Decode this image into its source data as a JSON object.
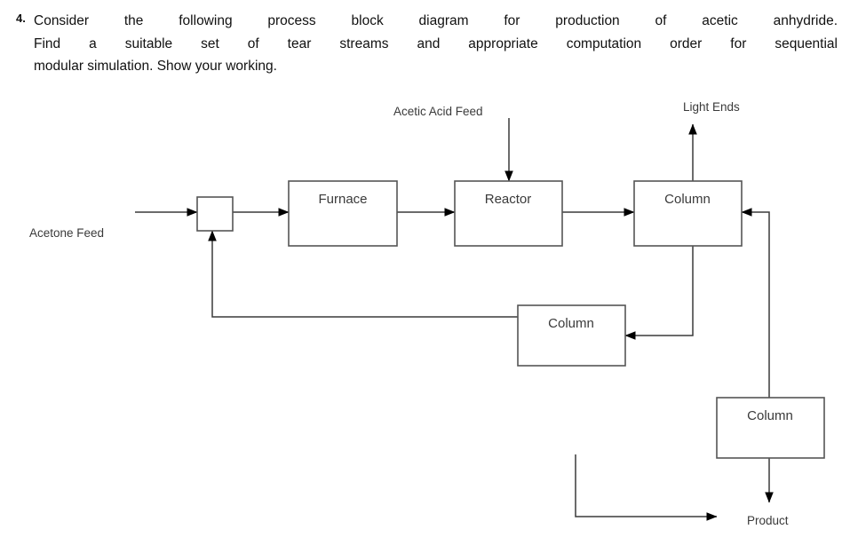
{
  "question": {
    "number": "4.",
    "line1": "Consider the following process block diagram for production of acetic anhydride.",
    "line2": "Find a suitable set of tear streams and appropriate computation order for sequential",
    "line3": "modular simulation. Show your working."
  },
  "diagram": {
    "type": "process-block-flow-diagram",
    "blocks": [
      {
        "id": "mixer",
        "label": ""
      },
      {
        "id": "furnace",
        "label": "Furnace"
      },
      {
        "id": "reactor",
        "label": "Reactor"
      },
      {
        "id": "column1",
        "label": "Column"
      },
      {
        "id": "column2",
        "label": "Column"
      },
      {
        "id": "column3",
        "label": "Column"
      }
    ],
    "streams": [
      {
        "id": "acetone-feed",
        "label": "Acetone Feed",
        "from": "feed",
        "to": "mixer"
      },
      {
        "id": "acetic-acid-feed",
        "label": "Acetic Acid Feed",
        "from": "feed",
        "to": "reactor"
      },
      {
        "id": "light-ends",
        "label": "Light Ends",
        "from": "column1",
        "to": "product"
      },
      {
        "id": "product",
        "label": "Product",
        "from": "column3",
        "to": "product"
      },
      {
        "id": "mixer-furnace",
        "label": "",
        "from": "mixer",
        "to": "furnace"
      },
      {
        "id": "furnace-reactor",
        "label": "",
        "from": "furnace",
        "to": "reactor"
      },
      {
        "id": "reactor-column1",
        "label": "",
        "from": "reactor",
        "to": "column1"
      },
      {
        "id": "column1-column2",
        "label": "",
        "from": "column1",
        "to": "column2"
      },
      {
        "id": "column2-column3",
        "label": "",
        "from": "column2",
        "to": "column3"
      },
      {
        "id": "column3-column1",
        "label": "",
        "from": "column3",
        "to": "column1"
      },
      {
        "id": "column2-mixer",
        "label": "",
        "from": "column2",
        "to": "mixer"
      }
    ],
    "colors": {
      "line": "#3a3a3a",
      "box_stroke": "#555555",
      "box_fill": "#ffffff",
      "text": "#3a3a3a",
      "arrow": "#000000"
    }
  }
}
